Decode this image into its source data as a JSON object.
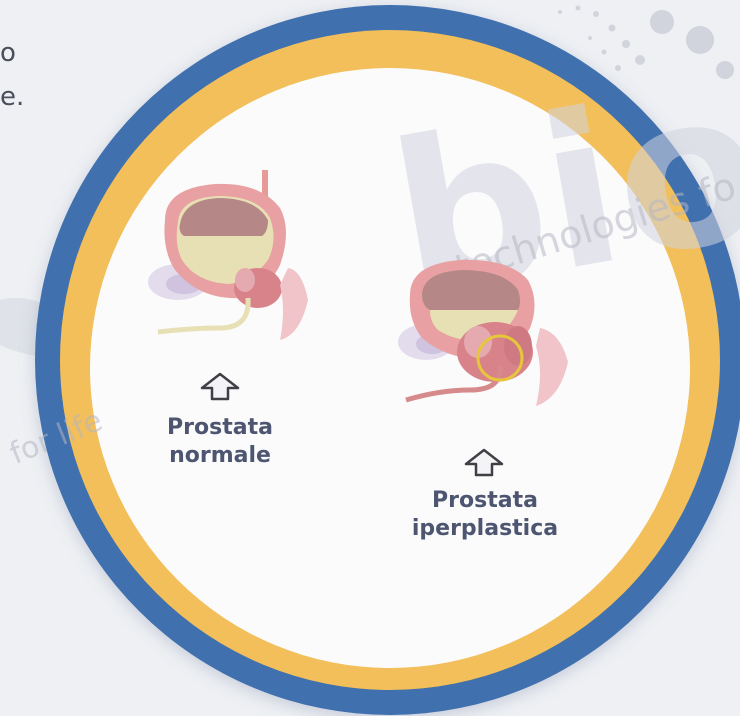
{
  "colors": {
    "outer_ring": "#3f6fae",
    "inner_ring": "#f2bf5a",
    "panel": "#fbfbfc",
    "watermark": "#c4c6d2",
    "highlight_circle": "#e6c63a",
    "label_text": "#4d5570"
  },
  "icons": [
    "up-arrow-icon",
    "up-arrow-icon"
  ],
  "diagrams": [
    {
      "label_line1": "Prostata",
      "label_line2": "normale",
      "highlighted": false
    },
    {
      "label_line1": "Prostata",
      "label_line2": "iperplastica",
      "highlighted": true
    }
  ],
  "watermark": {
    "logo_text": "bio",
    "tagline_right": "technologies fo",
    "tagline_left": "for life"
  },
  "cut_text": {
    "line1": "o",
    "line2": "e."
  }
}
